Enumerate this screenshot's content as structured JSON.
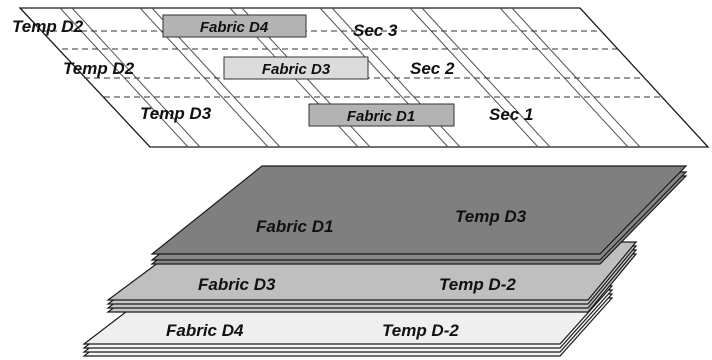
{
  "top_panel": {
    "rows": [
      {
        "temp": "Temp D2",
        "fabric": "Fabric D4",
        "section": "Sec 3"
      },
      {
        "temp": "Temp D2",
        "fabric": "Fabric D3",
        "section": "Sec 2"
      },
      {
        "temp": "Temp D3",
        "fabric": "Fabric D1",
        "section": "Sec 1"
      }
    ]
  },
  "layer_stack": [
    {
      "fabric": "Fabric D1",
      "temp": "Temp D3",
      "color": "#7f7f7f"
    },
    {
      "fabric": "Fabric D3",
      "temp": "Temp D-2",
      "color": "#bfbfbf"
    },
    {
      "fabric": "Fabric D4",
      "temp": "Temp D-2",
      "color": "#efefef"
    }
  ],
  "colors": {
    "fabric_d4_box": "#b3b3b3",
    "fabric_d3_box": "#dcdcdc",
    "fabric_d1_box": "#b3b3b3",
    "outline": "#1a1a1a"
  }
}
